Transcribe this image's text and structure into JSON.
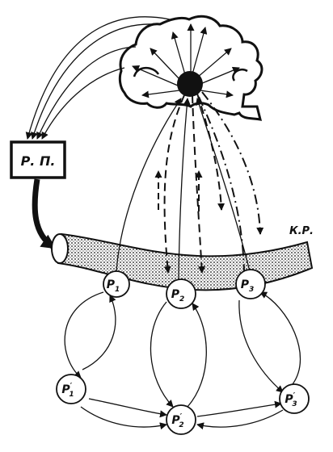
{
  "diagram": {
    "rp_box_label": "Р. П.",
    "tube_label": "К.Р.",
    "top_nodes": [
      {
        "main": "Р",
        "sub": "1"
      },
      {
        "main": "Р",
        "sub": "2"
      },
      {
        "main": "Р",
        "sub": "3"
      }
    ],
    "bottom_nodes": [
      {
        "main": "Р",
        "sub": "1",
        "prime": "′"
      },
      {
        "main": "Р",
        "sub": "2",
        "prime": "′"
      },
      {
        "main": "Р",
        "sub": "3",
        "prime": "′"
      }
    ]
  }
}
